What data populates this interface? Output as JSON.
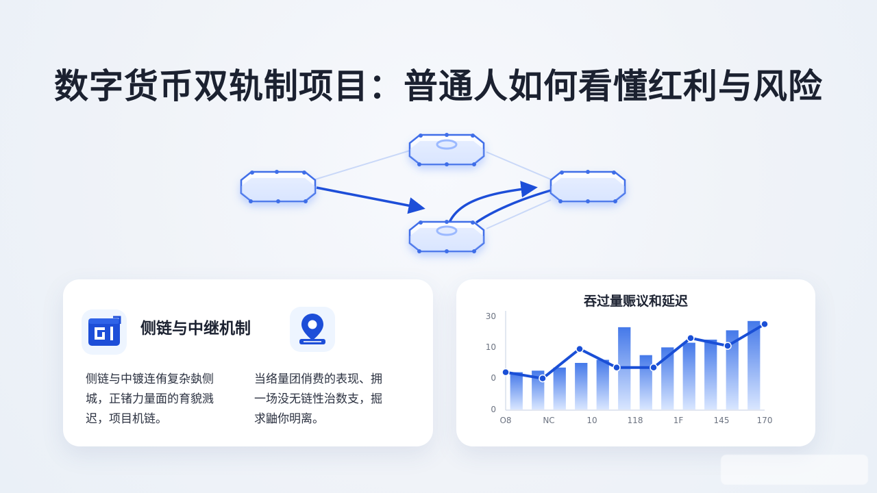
{
  "page": {
    "title": "数字货币双轨制项目：普通人如何看懂红利与风险"
  },
  "diagram": {
    "nodes": [
      {
        "id": "left"
      },
      {
        "id": "top"
      },
      {
        "id": "right"
      },
      {
        "id": "bottom"
      }
    ],
    "edges": [
      {
        "from": "left",
        "to": "top",
        "style": "faint"
      },
      {
        "from": "top",
        "to": "right",
        "style": "faint"
      },
      {
        "from": "bottom",
        "to": "right",
        "style": "faint"
      },
      {
        "from": "left",
        "to": "bottom",
        "style": "arrow"
      },
      {
        "from": "bottom",
        "to": "right",
        "style": "curved-arrow"
      },
      {
        "from": "right",
        "to": "bottom",
        "style": "curved-arrow"
      }
    ]
  },
  "left_card": {
    "title": "侧链与中继机制",
    "icon_1": "document-panel-icon",
    "icon_2": "location-pin-icon",
    "desc_left": "侧链与中镀连侑复杂埶侧\n城，正锗力量面的育貌溅\n迟，项目机链。",
    "desc_right": "当络量团俏费的表现、拥\n一场没无链性治数支，掘\n求鼬你明离。"
  },
  "chart_card": {
    "title": "吞过量赈议和延迟"
  },
  "chart_data": {
    "type": "bar",
    "title": "吞过量赈议和延迟",
    "categories": [
      "O8",
      "",
      "NC",
      "",
      "10",
      "",
      "118",
      "",
      "1F",
      "",
      "145",
      "",
      "170"
    ],
    "y_tick_labels": [
      "30",
      "10",
      "0",
      "0"
    ],
    "ylim": [
      0,
      30
    ],
    "series": [
      {
        "type": "bar",
        "values": [
          12,
          12.5,
          13.5,
          15,
          16,
          26.5,
          17.5,
          20,
          21.5,
          22.5,
          25.5,
          28.5
        ]
      },
      {
        "type": "line",
        "values": [
          12,
          10,
          19.5,
          13.5,
          13.5,
          23,
          20.5,
          27.5
        ]
      }
    ],
    "grid": false,
    "colors": {
      "bar_top": "#3d73e8",
      "bar_bottom": "#d7e5ff",
      "line": "#1a4fd6"
    }
  }
}
